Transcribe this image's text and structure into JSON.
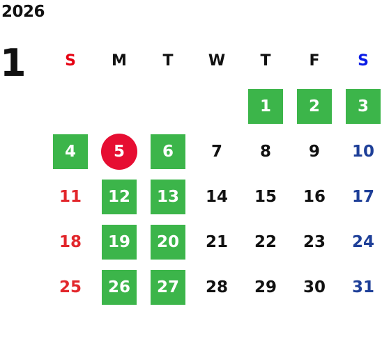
{
  "year": "2026",
  "month": "1",
  "weekdays": [
    {
      "label": "S",
      "kind": "sun"
    },
    {
      "label": "M",
      "kind": "weekday"
    },
    {
      "label": "T",
      "kind": "weekday"
    },
    {
      "label": "W",
      "kind": "weekday"
    },
    {
      "label": "T",
      "kind": "weekday"
    },
    {
      "label": "F",
      "kind": "weekday"
    },
    {
      "label": "S",
      "kind": "sat"
    }
  ],
  "weeks": [
    [
      {
        "day": "",
        "style": "none"
      },
      {
        "day": "",
        "style": "none"
      },
      {
        "day": "",
        "style": "none"
      },
      {
        "day": "",
        "style": "none"
      },
      {
        "day": "1",
        "style": "green"
      },
      {
        "day": "2",
        "style": "green"
      },
      {
        "day": "3",
        "style": "green"
      }
    ],
    [
      {
        "day": "4",
        "style": "green"
      },
      {
        "day": "5",
        "style": "circle"
      },
      {
        "day": "6",
        "style": "green"
      },
      {
        "day": "7",
        "style": "none"
      },
      {
        "day": "8",
        "style": "none"
      },
      {
        "day": "9",
        "style": "none"
      },
      {
        "day": "10",
        "style": "none"
      }
    ],
    [
      {
        "day": "11",
        "style": "none"
      },
      {
        "day": "12",
        "style": "green"
      },
      {
        "day": "13",
        "style": "green"
      },
      {
        "day": "14",
        "style": "none"
      },
      {
        "day": "15",
        "style": "none"
      },
      {
        "day": "16",
        "style": "none"
      },
      {
        "day": "17",
        "style": "none"
      }
    ],
    [
      {
        "day": "18",
        "style": "none"
      },
      {
        "day": "19",
        "style": "green"
      },
      {
        "day": "20",
        "style": "green"
      },
      {
        "day": "21",
        "style": "none"
      },
      {
        "day": "22",
        "style": "none"
      },
      {
        "day": "23",
        "style": "none"
      },
      {
        "day": "24",
        "style": "none"
      }
    ],
    [
      {
        "day": "25",
        "style": "none"
      },
      {
        "day": "26",
        "style": "green"
      },
      {
        "day": "27",
        "style": "green"
      },
      {
        "day": "28",
        "style": "none"
      },
      {
        "day": "29",
        "style": "none"
      },
      {
        "day": "30",
        "style": "none"
      },
      {
        "day": "31",
        "style": "none"
      }
    ]
  ],
  "colors": {
    "green_box": "#3cb54a",
    "red_circle": "#e60e32",
    "sunday_text": "#e2262b",
    "saturday_text": "#1e3f98",
    "sunday_header": "#e60012",
    "saturday_header": "#0a1ce6",
    "default_text": "#111111"
  }
}
